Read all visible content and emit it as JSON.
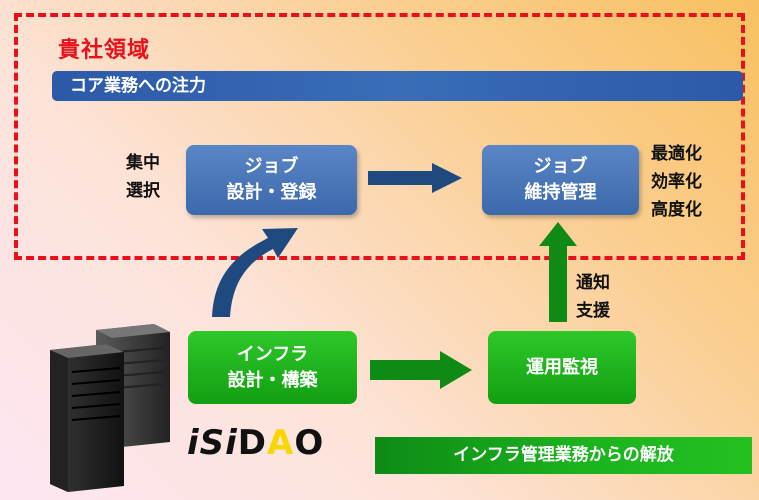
{
  "region": {
    "title": "貴社領域",
    "banner": "コア業務への注力"
  },
  "boxes": {
    "job_design": "ジョブ\n設計・登録",
    "job_maintenance": "ジョブ\n維持管理",
    "infra_design": "インフラ\n設計・構築",
    "operation_monitoring": "運用監視"
  },
  "labels": {
    "focus": "集中\n選択",
    "optimization": "最適化\n効率化\n高度化",
    "notify_support": "通知\n支援"
  },
  "logo": {
    "part1": "iSi",
    "part2": "D",
    "part3": "A",
    "part4": "O"
  },
  "bottom_banner": "インフラ管理業務からの解放",
  "colors": {
    "dash_red": "#e8101a",
    "blue": "#3c69ac",
    "green": "#1bb31e",
    "dark_blue_arrow": "#1e4a80",
    "dark_green_arrow": "#0f8a14",
    "logo_yellow": "#f5d800"
  },
  "icons": {
    "servers": "server-rack-icon"
  }
}
